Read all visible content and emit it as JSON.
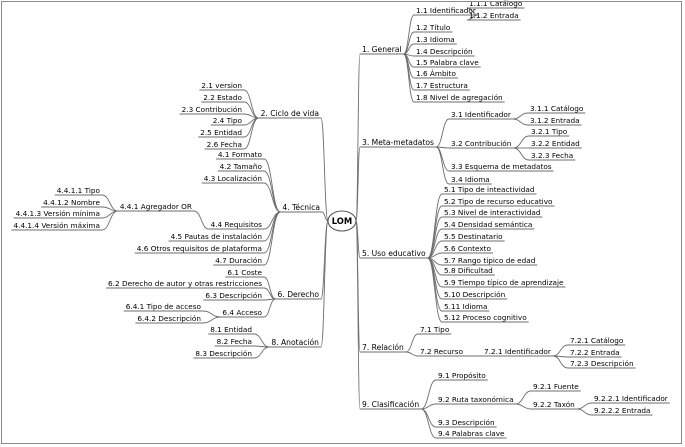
{
  "root": "LOM",
  "branches": [
    {
      "id": "general",
      "label": "1. General",
      "children": [
        {
          "id": "g-1-1",
          "label": "1.1 Identificador",
          "children": [
            {
              "id": "g-1-1-1",
              "label": "1.1.1  Catálogo"
            },
            {
              "id": "g-1-1-2",
              "label": "1.1.2   Entrada"
            }
          ]
        },
        {
          "id": "g-1-2",
          "label": "1.2  Título"
        },
        {
          "id": "g-1-3",
          "label": "1.3 Idioma"
        },
        {
          "id": "g-1-4",
          "label": "1.4 Descripción"
        },
        {
          "id": "g-1-5",
          "label": "1.5 Palabra clave"
        },
        {
          "id": "g-1-6",
          "label": "1.6  Ámbito"
        },
        {
          "id": "g-1-7",
          "label": "1.7 Estructura"
        },
        {
          "id": "g-1-8",
          "label": "1.8 Nivel de agregación"
        }
      ]
    },
    {
      "id": "meta",
      "label": "3. Meta-metadatos",
      "children": [
        {
          "id": "m-3-1",
          "label": "3.1 Identificador",
          "children": [
            {
              "id": "m-3-1-1",
              "label": "3.1.1 Catálogo"
            },
            {
              "id": "m-3-1-2",
              "label": "3.1.2  Entrada"
            }
          ]
        },
        {
          "id": "m-3-2",
          "label": "3.2 Contribución",
          "children": [
            {
              "id": "m-3-2-1",
              "label": "3.2.1  Tipo"
            },
            {
              "id": "m-3-2-2",
              "label": "3.2.2 Entidad"
            },
            {
              "id": "m-3-2-3",
              "label": "3.2.3 Fecha"
            }
          ]
        },
        {
          "id": "m-3-3",
          "label": "3.3 Esquema de metadatos"
        },
        {
          "id": "m-3-4",
          "label": "3.4 Idioma"
        }
      ]
    },
    {
      "id": "uso",
      "label": "5. Uso educativo",
      "children": [
        {
          "id": "u-5-1",
          "label": "5.1  Tipo de inteactividad"
        },
        {
          "id": "u-5-2",
          "label": "5.2  Tipo de recurso educativo"
        },
        {
          "id": "u-5-3",
          "label": "5.3  Nivel de interactividad"
        },
        {
          "id": "u-5-4",
          "label": "5.4  Densidad semántica"
        },
        {
          "id": "u-5-5",
          "label": "5.5  Destinatario"
        },
        {
          "id": "u-5-6",
          "label": "5.6  Contexto"
        },
        {
          "id": "u-5-7",
          "label": "5.7  Rango típico de edad"
        },
        {
          "id": "u-5-8",
          "label": "5.8  Dificultad"
        },
        {
          "id": "u-5-9",
          "label": "5.9  Tiempo típico de aprendizaje"
        },
        {
          "id": "u-5-10",
          "label": "5.10 Descripción"
        },
        {
          "id": "u-5-11",
          "label": "5.11 Idioma"
        },
        {
          "id": "u-5-12",
          "label": "5.12 Proceso cognitivo"
        }
      ]
    },
    {
      "id": "relacion",
      "label": "7.  Relación",
      "children": [
        {
          "id": "r-7-1",
          "label": "7.1  Tipo"
        },
        {
          "id": "r-7-2",
          "label": "7.2  Recurso",
          "children": [
            {
              "id": "r-7-2-1",
              "label": "7.2.1  Identificador",
              "children": [
                {
                  "id": "r-7-2-1-1",
                  "label": "7.2.1  Catálogo"
                },
                {
                  "id": "r-7-2-1-2",
                  "label": "7.2.2 Entrada"
                },
                {
                  "id": "r-7-2-1-3",
                  "label": "7.2.3 Descripción"
                }
              ]
            }
          ]
        }
      ]
    },
    {
      "id": "clasificacion",
      "label": "9.  Clasificación",
      "children": [
        {
          "id": "c-9-1",
          "label": "9.1 Propósito"
        },
        {
          "id": "c-9-2",
          "label": "9.2  Ruta taxonómica",
          "children": [
            {
              "id": "c-9-2-1",
              "label": "9.2.1  Fuente"
            },
            {
              "id": "c-9-2-2",
              "label": "9.2.2  Taxón",
              "children": [
                {
                  "id": "c-9-2-2-1",
                  "label": "9.2.2.1  Identificador"
                },
                {
                  "id": "c-9-2-2-2",
                  "label": "9.2.2.2  Entrada"
                }
              ]
            }
          ]
        },
        {
          "id": "c-9-3",
          "label": "9.3   Descripción"
        },
        {
          "id": "c-9-4",
          "label": "9.4 Palabras clave"
        }
      ]
    },
    {
      "id": "ciclo",
      "label": "2. Ciclo de vida",
      "children": [
        {
          "id": "cv-2-1",
          "label": "2.1 version"
        },
        {
          "id": "cv-2-2",
          "label": "2.2 Estado"
        },
        {
          "id": "cv-2-3",
          "label": "2.3 Contribución"
        },
        {
          "id": "cv-2-4",
          "label": "2.4  Tipo"
        },
        {
          "id": "cv-2-5",
          "label": "2.5 Entidad"
        },
        {
          "id": "cv-2-6",
          "label": "2.6 Fecha"
        }
      ]
    },
    {
      "id": "tecnica",
      "label": "4.  Técnica",
      "children": [
        {
          "id": "t-4-1",
          "label": "4.1 Formato"
        },
        {
          "id": "t-4-2",
          "label": "4.2  Tamaño"
        },
        {
          "id": "t-4-3",
          "label": "4.3 Localización"
        },
        {
          "id": "t-4-4",
          "label": "4.4 Requisitos",
          "children": [
            {
              "id": "t-4-4-1",
              "label": "4.4.1 Agregador OR",
              "children": [
                {
                  "id": "t-4-4-1-1",
                  "label": "4.4.1.1 Tipo"
                },
                {
                  "id": "t-4-4-1-2",
                  "label": "4.4.1.2 Nombre"
                },
                {
                  "id": "t-4-4-1-3",
                  "label": "4.4.1.3 Versión mínima"
                },
                {
                  "id": "t-4-4-1-4",
                  "label": "4.4.1.4 Versión máxima"
                }
              ]
            }
          ]
        },
        {
          "id": "t-4-5",
          "label": "4.5 Pautas de instalación"
        },
        {
          "id": "t-4-6",
          "label": "4.6 Otros  requisitos de plataforma"
        },
        {
          "id": "t-4-7",
          "label": "4.7 Duración"
        }
      ]
    },
    {
      "id": "derecho",
      "label": "6.  Derecho",
      "children": [
        {
          "id": "d-6-1",
          "label": "6.1 Coste"
        },
        {
          "id": "d-6-2",
          "label": "6.2 Derecho de autor y otras restricciones"
        },
        {
          "id": "d-6-3",
          "label": "6.3 Descripción"
        },
        {
          "id": "d-6-4",
          "label": "6.4 Acceso",
          "children": [
            {
              "id": "d-6-4-1",
              "label": "6.4.1 Tipo de acceso"
            },
            {
              "id": "d-6-4-2",
              "label": "6.4.2 Descripción"
            }
          ]
        }
      ]
    },
    {
      "id": "anotacion",
      "label": "8.  Anotación",
      "children": [
        {
          "id": "a-8-1",
          "label": "8.1 Entidad"
        },
        {
          "id": "a-8-2",
          "label": "8.2 Fecha"
        },
        {
          "id": "a-8-3",
          "label": "8.3 Descripción"
        }
      ]
    }
  ]
}
